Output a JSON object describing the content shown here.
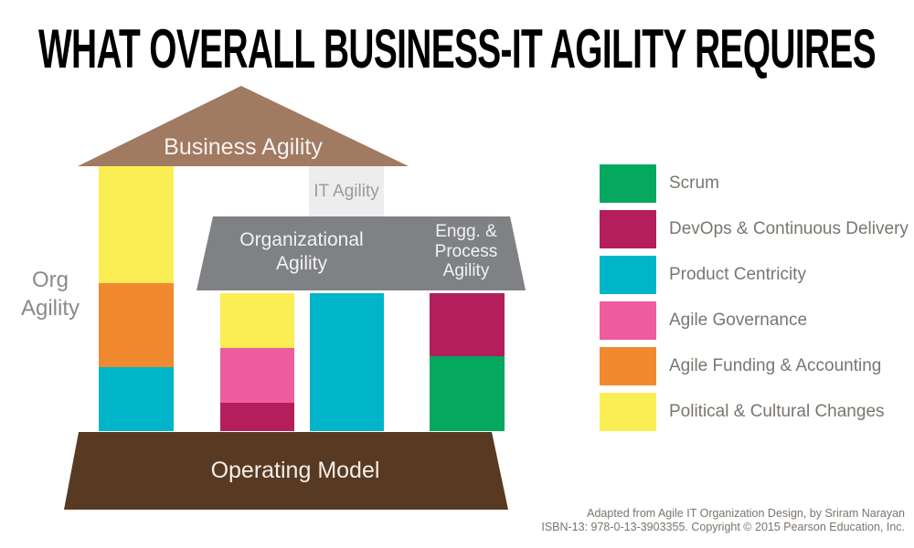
{
  "title": "WHAT OVERALL BUSINESS-IT AGILITY REQUIRES",
  "colors": {
    "scrum_green": "#04A85F",
    "devops_crimson": "#B41E5C",
    "product_cyan": "#00B5C9",
    "governance_pink": "#EE5C9E",
    "funding_orange": "#F18A2E",
    "political_yellow": "#FBEE54",
    "roof_brown": "#A17A62",
    "base_brown": "#583A22",
    "beam_gray": "#7F8185",
    "it_box_gray": "#EDEDEE"
  },
  "temple": {
    "roof_label": "Business Agility",
    "it_label": "IT Agility",
    "beam_label_left": "Organizational Agility",
    "beam_label_right": "Engg. & Process Agility",
    "base_label": "Operating Model",
    "side_label": "Org Agility"
  },
  "pillars": [
    {
      "name": "org-agility-pillar",
      "segments": [
        {
          "key": "political_yellow",
          "label": "Political & Cultural Changes",
          "height": 128
        },
        {
          "key": "funding_orange",
          "label": "Agile Funding & Accounting",
          "height": 92
        },
        {
          "key": "product_cyan",
          "label": "Product Centricity",
          "height": 70
        }
      ]
    },
    {
      "name": "organizational-agility-pillar",
      "segments": [
        {
          "key": "political_yellow",
          "label": "Political & Cultural Changes",
          "height": 60
        },
        {
          "key": "governance_pink",
          "label": "Agile Governance",
          "height": 60
        },
        {
          "key": "devops_crimson",
          "label": "DevOps & Continuous Delivery",
          "height": 31
        }
      ]
    },
    {
      "name": "product-centricity-pillar",
      "segments": [
        {
          "key": "product_cyan",
          "label": "Product Centricity",
          "height": 151
        }
      ]
    },
    {
      "name": "engg-process-agility-pillar",
      "segments": [
        {
          "key": "devops_crimson",
          "label": "DevOps & Continuous Delivery",
          "height": 69
        },
        {
          "key": "scrum_green",
          "label": "Scrum",
          "height": 82
        }
      ]
    }
  ],
  "legend": {
    "items": [
      {
        "label": "Scrum",
        "key": "scrum_green"
      },
      {
        "label": "DevOps & Continuous Delivery",
        "key": "devops_crimson"
      },
      {
        "label": "Product Centricity",
        "key": "product_cyan"
      },
      {
        "label": "Agile Governance",
        "key": "governance_pink"
      },
      {
        "label": "Agile Funding & Accounting",
        "key": "funding_orange"
      },
      {
        "label": "Political & Cultural Changes",
        "key": "political_yellow"
      }
    ]
  },
  "attribution": {
    "line1": "Adapted from Agile IT Organization Design, by Sriram Narayan",
    "line2": "ISBN-13: 978-0-13-3903355. Copyright © 2015 Pearson Education, Inc."
  }
}
